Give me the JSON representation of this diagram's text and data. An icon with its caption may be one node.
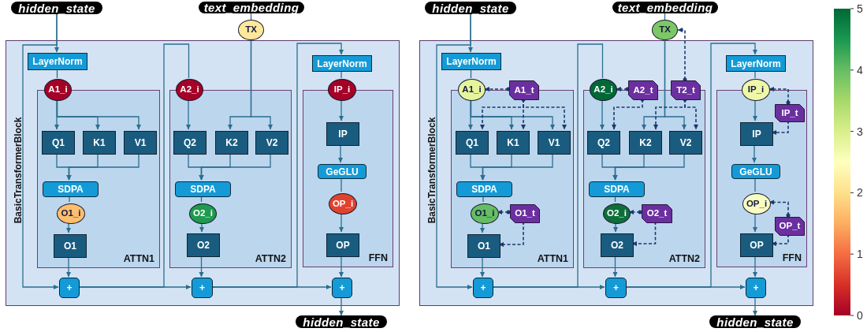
{
  "diagram": {
    "nodes": [
      {
        "text": [
          "hidden_state"
        ]
      },
      {
        "text": [
          "text_embedding"
        ]
      },
      {
        "text": [
          "TX"
        ]
      },
      {
        "text": [
          "BasicTransformerBlock"
        ]
      },
      {
        "text": [
          "LayerNorm"
        ],
        "in": 3
      },
      {
        "text": [
          "ATTN1"
        ],
        "in": 3
      },
      {
        "text": [
          "A1_i"
        ],
        "in": 3
      },
      {
        "text": [
          "Q1"
        ],
        "in": 5
      },
      {
        "text": [
          "K1"
        ],
        "in": 5
      },
      {
        "text": [
          "V1"
        ],
        "in": 5
      },
      {
        "text": [
          "SDPA"
        ],
        "in": 5
      },
      {
        "text": [
          "O1_i"
        ],
        "in": 5
      },
      {
        "text": [
          "O1"
        ],
        "in": 5
      },
      {
        "text": [
          "ATTN2"
        ],
        "in": 3
      },
      {
        "text": [
          "A2_i"
        ],
        "in": 3
      },
      {
        "text": [
          "Q2"
        ],
        "in": 13
      },
      {
        "text": [
          "K2"
        ],
        "in": 13
      },
      {
        "text": [
          "V2"
        ],
        "in": 13
      },
      {
        "text": [
          "SDPA"
        ],
        "in": 13
      },
      {
        "text": [
          "O2_i"
        ],
        "in": 13
      },
      {
        "text": [
          "O2"
        ],
        "in": 13
      },
      {
        "text": [
          "LayerNorm"
        ],
        "in": 3
      },
      {
        "text": [
          "FFN"
        ],
        "in": 3
      },
      {
        "text": [
          "IP_i"
        ],
        "in": 3
      },
      {
        "text": [
          "IP"
        ],
        "in": 22
      },
      {
        "text": [
          "GeGLU"
        ],
        "in": 22
      },
      {
        "text": [
          "OP_i"
        ],
        "in": 22
      },
      {
        "text": [
          "OP"
        ],
        "in": 22
      },
      {
        "text": [
          "+"
        ],
        "in": 3
      },
      {
        "text": [
          "+"
        ],
        "in": 3
      },
      {
        "text": [
          "+"
        ],
        "in": 3
      },
      {
        "text": [
          "hidden_state"
        ]
      },
      {
        "text": [
          "hidden_state"
        ]
      },
      {
        "text": [
          "text_embedding"
        ]
      },
      {
        "text": [
          "TX"
        ]
      },
      {
        "text": [
          "BasicTransformerBlock"
        ]
      },
      {
        "text": [
          "LayerNorm"
        ],
        "in": 35
      },
      {
        "text": [
          "ATTN1"
        ],
        "in": 35
      },
      {
        "text": [
          "A1_i"
        ],
        "in": 35
      },
      {
        "text": [
          "A1_t"
        ],
        "in": 35
      },
      {
        "text": [
          "Q1"
        ],
        "in": 37
      },
      {
        "text": [
          "K1"
        ],
        "in": 37
      },
      {
        "text": [
          "V1"
        ],
        "in": 37
      },
      {
        "text": [
          "SDPA"
        ],
        "in": 37
      },
      {
        "text": [
          "O1_i"
        ],
        "in": 37
      },
      {
        "text": [
          "O1_t"
        ],
        "in": 37
      },
      {
        "text": [
          "O1"
        ],
        "in": 37
      },
      {
        "text": [
          "ATTN2"
        ],
        "in": 35
      },
      {
        "text": [
          "A2_i"
        ],
        "in": 35
      },
      {
        "text": [
          "A2_t"
        ],
        "in": 35
      },
      {
        "text": [
          "T2_t"
        ],
        "in": 35
      },
      {
        "text": [
          "Q2"
        ],
        "in": 47
      },
      {
        "text": [
          "K2"
        ],
        "in": 47
      },
      {
        "text": [
          "V2"
        ],
        "in": 47
      },
      {
        "text": [
          "SDPA"
        ],
        "in": 47
      },
      {
        "text": [
          "O2_i"
        ],
        "in": 47
      },
      {
        "text": [
          "O2_t"
        ],
        "in": 47
      },
      {
        "text": [
          "O2"
        ],
        "in": 47
      },
      {
        "text": [
          "LayerNorm"
        ],
        "in": 35
      },
      {
        "text": [
          "FFN"
        ],
        "in": 35
      },
      {
        "text": [
          "IP_i"
        ],
        "in": 35
      },
      {
        "text": [
          "IP_t"
        ],
        "in": 59
      },
      {
        "text": [
          "IP"
        ],
        "in": 59
      },
      {
        "text": [
          "GeGLU"
        ],
        "in": 59
      },
      {
        "text": [
          "OP_i"
        ],
        "in": 59
      },
      {
        "text": [
          "OP_t"
        ],
        "in": 59
      },
      {
        "text": [
          "OP"
        ],
        "in": 59
      },
      {
        "text": [
          "+"
        ],
        "in": 35
      },
      {
        "text": [
          "+"
        ],
        "in": 35
      },
      {
        "text": [
          "+"
        ],
        "in": 35
      },
      {
        "text": [
          "hidden_state"
        ]
      }
    ],
    "edges": [
      {
        "from": 0,
        "to": 4,
        "arrow": "to"
      },
      {
        "from": 0,
        "to": 28,
        "arrow": "to"
      },
      {
        "from": 1,
        "to": 2,
        "arrow": "none"
      },
      {
        "from": 4,
        "to": 6,
        "arrow": "none"
      },
      {
        "from": 6,
        "to": 7,
        "arrow": "to"
      },
      {
        "from": 6,
        "to": 8,
        "arrow": "to"
      },
      {
        "from": 6,
        "to": 9,
        "arrow": "to"
      },
      {
        "from": 7,
        "to": 10,
        "arrow": "to"
      },
      {
        "from": 8,
        "to": 10,
        "arrow": "to"
      },
      {
        "from": 9,
        "to": 10,
        "arrow": "to"
      },
      {
        "from": 10,
        "to": 11,
        "arrow": "none"
      },
      {
        "from": 11,
        "to": 12,
        "arrow": "to"
      },
      {
        "from": 12,
        "to": 28,
        "arrow": "to"
      },
      {
        "from": 28,
        "to": 29,
        "arrow": "to"
      },
      {
        "from": 28,
        "to": 14,
        "arrow": "none"
      },
      {
        "from": 14,
        "to": 15,
        "arrow": "to"
      },
      {
        "from": 2,
        "to": 16,
        "arrow": "to"
      },
      {
        "from": 2,
        "to": 17,
        "arrow": "to"
      },
      {
        "from": 15,
        "to": 18,
        "arrow": "to"
      },
      {
        "from": 16,
        "to": 18,
        "arrow": "to"
      },
      {
        "from": 17,
        "to": 18,
        "arrow": "to"
      },
      {
        "from": 18,
        "to": 19,
        "arrow": "none"
      },
      {
        "from": 19,
        "to": 20,
        "arrow": "to"
      },
      {
        "from": 20,
        "to": 29,
        "arrow": "to"
      },
      {
        "from": 29,
        "to": 30,
        "arrow": "to"
      },
      {
        "from": 29,
        "to": 21,
        "arrow": "to"
      },
      {
        "from": 21,
        "to": 23,
        "arrow": "none"
      },
      {
        "from": 23,
        "to": 24,
        "arrow": "to"
      },
      {
        "from": 24,
        "to": 25,
        "arrow": "to"
      },
      {
        "from": 25,
        "to": 26,
        "arrow": "none"
      },
      {
        "from": 26,
        "to": 27,
        "arrow": "to"
      },
      {
        "from": 27,
        "to": 30,
        "arrow": "to"
      },
      {
        "from": 30,
        "to": 31,
        "arrow": "to"
      },
      {
        "from": 32,
        "to": 36,
        "arrow": "to"
      },
      {
        "from": 32,
        "to": 67,
        "arrow": "to"
      },
      {
        "from": 33,
        "to": 34,
        "arrow": "none"
      },
      {
        "from": 36,
        "to": 38,
        "arrow": "none"
      },
      {
        "from": 38,
        "to": 40,
        "arrow": "to"
      },
      {
        "from": 38,
        "to": 41,
        "arrow": "to"
      },
      {
        "from": 38,
        "to": 42,
        "arrow": "to"
      },
      {
        "from": 40,
        "to": 43,
        "arrow": "to"
      },
      {
        "from": 41,
        "to": 43,
        "arrow": "to"
      },
      {
        "from": 42,
        "to": 43,
        "arrow": "to"
      },
      {
        "from": 43,
        "to": 44,
        "arrow": "none"
      },
      {
        "from": 44,
        "to": 46,
        "arrow": "to"
      },
      {
        "from": 46,
        "to": 67,
        "arrow": "to"
      },
      {
        "from": 67,
        "to": 68,
        "arrow": "to"
      },
      {
        "from": 67,
        "to": 48,
        "arrow": "none"
      },
      {
        "from": 48,
        "to": 51,
        "arrow": "to"
      },
      {
        "from": 34,
        "to": 52,
        "arrow": "to"
      },
      {
        "from": 34,
        "to": 53,
        "arrow": "to"
      },
      {
        "from": 51,
        "to": 54,
        "arrow": "to"
      },
      {
        "from": 52,
        "to": 54,
        "arrow": "to"
      },
      {
        "from": 53,
        "to": 54,
        "arrow": "to"
      },
      {
        "from": 54,
        "to": 55,
        "arrow": "none"
      },
      {
        "from": 55,
        "to": 57,
        "arrow": "to"
      },
      {
        "from": 57,
        "to": 68,
        "arrow": "to"
      },
      {
        "from": 68,
        "to": 69,
        "arrow": "to"
      },
      {
        "from": 68,
        "to": 58,
        "arrow": "to"
      },
      {
        "from": 58,
        "to": 60,
        "arrow": "none"
      },
      {
        "from": 60,
        "to": 62,
        "arrow": "to"
      },
      {
        "from": 62,
        "to": 63,
        "arrow": "to"
      },
      {
        "from": 63,
        "to": 64,
        "arrow": "none"
      },
      {
        "from": 64,
        "to": 66,
        "arrow": "to"
      },
      {
        "from": 66,
        "to": 69,
        "arrow": "to"
      },
      {
        "from": 69,
        "to": 70,
        "arrow": "to"
      },
      {
        "from": 39,
        "to": 38,
        "arrow": "to",
        "style": "dashed",
        "color": "#1b3a6e"
      },
      {
        "from": 39,
        "to": 40,
        "arrow": "to",
        "style": "dashed",
        "color": "#1b3a6e"
      },
      {
        "from": 39,
        "to": 41,
        "arrow": "to",
        "style": "dashed",
        "color": "#1b3a6e"
      },
      {
        "from": 39,
        "to": 42,
        "arrow": "to",
        "style": "dashed",
        "color": "#1b3a6e"
      },
      {
        "from": 49,
        "to": 48,
        "arrow": "to",
        "style": "dashed",
        "color": "#1b3a6e"
      },
      {
        "from": 49,
        "to": 51,
        "arrow": "to",
        "style": "dashed",
        "color": "#1b3a6e"
      },
      {
        "from": 50,
        "to": 34,
        "arrow": "to",
        "style": "dashed",
        "color": "#1b3a6e"
      },
      {
        "from": 50,
        "to": 52,
        "arrow": "to",
        "style": "dashed",
        "color": "#1b3a6e"
      },
      {
        "from": 50,
        "to": 53,
        "arrow": "to",
        "style": "dashed",
        "color": "#1b3a6e"
      },
      {
        "from": 61,
        "to": 60,
        "arrow": "to",
        "style": "dashed",
        "color": "#1b3a6e"
      },
      {
        "from": 61,
        "to": 62,
        "arrow": "to",
        "style": "dashed",
        "color": "#1b3a6e"
      },
      {
        "from": 45,
        "to": 44,
        "arrow": "to",
        "style": "dashed",
        "color": "#1b3a6e"
      },
      {
        "from": 45,
        "to": 46,
        "arrow": "to",
        "style": "dashed",
        "color": "#1b3a6e"
      },
      {
        "from": 56,
        "to": 55,
        "arrow": "to",
        "style": "dashed",
        "color": "#1b3a6e"
      },
      {
        "from": 56,
        "to": 57,
        "arrow": "to",
        "style": "dashed",
        "color": "#1b3a6e"
      },
      {
        "from": 65,
        "to": 64,
        "arrow": "to",
        "style": "dashed",
        "color": "#1b3a6e"
      },
      {
        "from": 65,
        "to": 66,
        "arrow": "to",
        "style": "dashed",
        "color": "#1b3a6e"
      }
    ],
    "labels": [
      "5",
      "4",
      "3",
      "2",
      "1",
      "0"
    ]
  }
}
